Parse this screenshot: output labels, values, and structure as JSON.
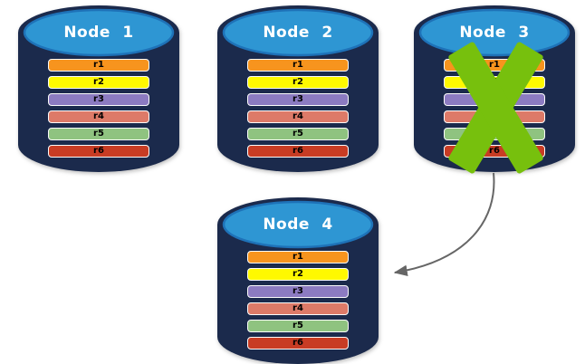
{
  "diagram": {
    "description": "Database replication diagram: replicas r1-r6 copied from failed Node 3 to new Node 4",
    "background": "#FFFFFF"
  },
  "colors": {
    "cylinder_body": "#1B2A4C",
    "cylinder_top": "#2E96D3",
    "cylinder_top_border": "#1E72B8",
    "node_label": "#FFFFFF",
    "row_border": "#FBFBFB",
    "failure_x": "#77C00D",
    "arrow": "#666666"
  },
  "nodes": [
    {
      "label": "Node 1",
      "failed": false,
      "rows": [
        {
          "label": "r1",
          "color": "#F7941E"
        },
        {
          "label": "r2",
          "color": "#FFF900"
        },
        {
          "label": "r3",
          "color": "#8C7BC1"
        },
        {
          "label": "r4",
          "color": "#DD7A68"
        },
        {
          "label": "r5",
          "color": "#8FC380"
        },
        {
          "label": "r6",
          "color": "#C83C24"
        }
      ]
    },
    {
      "label": "Node 2",
      "failed": false,
      "rows": [
        {
          "label": "r1",
          "color": "#F7941E"
        },
        {
          "label": "r2",
          "color": "#FFF900"
        },
        {
          "label": "r3",
          "color": "#8C7BC1"
        },
        {
          "label": "r4",
          "color": "#DD7A68"
        },
        {
          "label": "r5",
          "color": "#8FC380"
        },
        {
          "label": "r6",
          "color": "#C83C24"
        }
      ]
    },
    {
      "label": "Node 3",
      "failed": true,
      "rows": [
        {
          "label": "r1",
          "color": "#F7941E"
        },
        {
          "label": "r2",
          "color": "#FFF900"
        },
        {
          "label": "r3",
          "color": "#8C7BC1"
        },
        {
          "label": "r4",
          "color": "#DD7A68"
        },
        {
          "label": "r5",
          "color": "#8FC380"
        },
        {
          "label": "r6",
          "color": "#C83C24"
        }
      ]
    },
    {
      "label": "Node 4",
      "failed": false,
      "rows": [
        {
          "label": "r1",
          "color": "#F7941E"
        },
        {
          "label": "r2",
          "color": "#FFF900"
        },
        {
          "label": "r3",
          "color": "#8C7BC1"
        },
        {
          "label": "r4",
          "color": "#DD7A68"
        },
        {
          "label": "r5",
          "color": "#8FC380"
        },
        {
          "label": "r6",
          "color": "#C83C24"
        }
      ]
    }
  ],
  "arrow": {
    "from": "Node 3",
    "to": "Node 4"
  }
}
